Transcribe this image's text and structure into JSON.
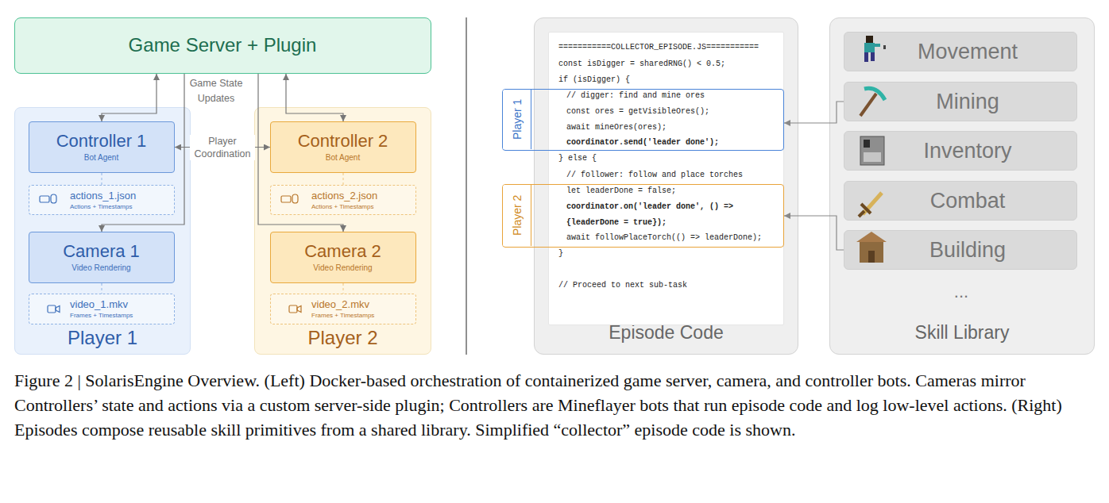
{
  "diagram": {
    "caption": "Figure 2 | SolarisEngine Overview. (Left) Docker-based orchestration of containerized game server, camera, and controller bots. Cameras mirror Controllers’ state and actions via a custom server-side plugin; Controllers are Mineflayer bots that run episode code and log low-level actions. (Right) Episodes compose reusable skill primitives from a shared library. Simplified “collector” episode code is shown.",
    "nodes": [
      {
        "text": [
          "Game Server + Plugin"
        ]
      },
      {
        "text": [
          "Player 1"
        ]
      },
      {
        "text": [
          "Controller 1",
          "Bot Agent"
        ],
        "in": 1
      },
      {
        "text": [
          "actions_1.json",
          "Actions + Timestamps"
        ],
        "in": 1
      },
      {
        "text": [
          "Camera 1",
          "Video Rendering"
        ],
        "in": 1
      },
      {
        "text": [
          "video_1.mkv",
          "Frames + Timestamps"
        ],
        "in": 1
      },
      {
        "text": [
          "Player 2"
        ]
      },
      {
        "text": [
          "Controller 2",
          "Bot Agent"
        ],
        "in": 6
      },
      {
        "text": [
          "actions_2.json",
          "Actions + Timestamps"
        ],
        "in": 6
      },
      {
        "text": [
          "Camera 2",
          "Video Rendering"
        ],
        "in": 6
      },
      {
        "text": [
          "video_2.mkv",
          "Frames + Timestamps"
        ],
        "in": 6
      },
      {
        "text": [
          "Episode Code"
        ]
      },
      {
        "text": [
          "===========COLLECTOR_EPISODE.JS===========",
          "const isDigger = sharedRNG() < 0.5;",
          "if (isDigger) {",
          "} else {",
          "// follower: follow and place torches",
          "}",
          "// Proceed to next sub-task"
        ],
        "in": 11
      },
      {
        "text": [
          "Player 1",
          "// digger: find and mine ores",
          "const ores = getVisibleOres();",
          "await mineOres(ores);",
          "coordinator.send('leader done');"
        ]
      },
      {
        "text": [
          "Player 2",
          "let leaderDone = false;",
          "coordinator.on('leader done', () => {leaderDone = true});",
          "await followPlaceTorch(() => leaderDone);"
        ]
      },
      {
        "text": [
          "Skill Library"
        ]
      },
      {
        "text": [
          "Movement"
        ],
        "in": 15
      },
      {
        "text": [
          "Mining"
        ],
        "in": 15
      },
      {
        "text": [
          "Inventory"
        ],
        "in": 15
      },
      {
        "text": [
          "Combat"
        ],
        "in": 15
      },
      {
        "text": [
          "Building"
        ],
        "in": 15
      }
    ],
    "edges": [
      {
        "from": 2,
        "to": 0,
        "arrow": "both"
      },
      {
        "from": 0,
        "to": 4,
        "arrow": "to"
      },
      {
        "from": 2,
        "to": 7,
        "arrow": "both",
        "label": "Player Coordination"
      },
      {
        "from": 0,
        "to": 9,
        "arrow": "to"
      },
      {
        "from": 7,
        "to": 0,
        "arrow": "both"
      },
      {
        "from": 2,
        "to": 3,
        "arrow": "none"
      },
      {
        "from": 4,
        "to": 5,
        "arrow": "none"
      },
      {
        "from": 7,
        "to": 8,
        "arrow": "none"
      },
      {
        "from": 9,
        "to": 10,
        "arrow": "none"
      },
      {
        "from": 17,
        "to": 13,
        "arrow": "to"
      },
      {
        "from": 20,
        "to": 14,
        "arrow": "to"
      }
    ],
    "labels": [
      "Game State Updates",
      "..."
    ]
  }
}
